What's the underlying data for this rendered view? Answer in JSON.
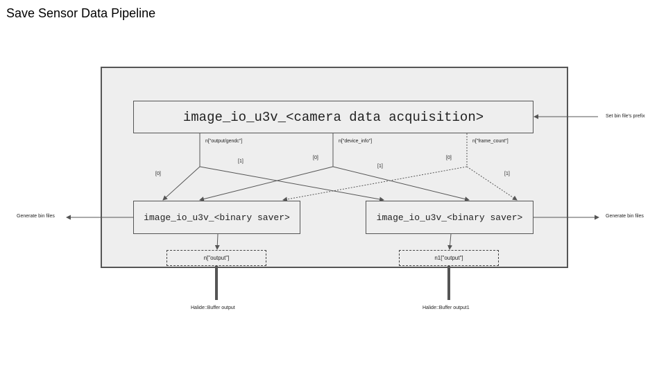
{
  "title": "Save Sensor Data Pipeline",
  "nodes": {
    "acquisition": "image_io_u3v_<camera data acquisition>",
    "saver_left": "image_io_u3v_<binary saver>",
    "saver_right": "image_io_u3v_<binary saver>"
  },
  "ports": {
    "gendc": "n[\"output/gendc\"]",
    "device_info": "n[\"device_info\"]",
    "frame_count": "n[\"frame_count\"]",
    "output_left": "n[\"output\"]",
    "output_right": "n1[\"output\"]"
  },
  "indices": {
    "gendc_0": "[0]",
    "gendc_1": "[1]",
    "device_info_0": "[0]",
    "device_info_1": "[1]",
    "frame_count_0": "[0]",
    "frame_count_1": "[1]"
  },
  "annotations": {
    "prefix": "Set bin file's prefix",
    "generate_left": "Generate bin files",
    "generate_right": "Generate bin files",
    "buffer_left": "Halide::Buffer output",
    "buffer_right": "Halide::Buffer output1"
  },
  "colors": {
    "line": "#555555",
    "panel": "#eeeeee"
  }
}
